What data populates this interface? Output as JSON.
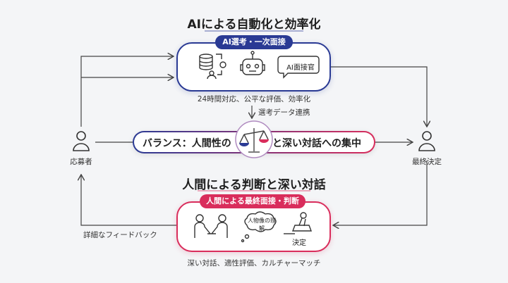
{
  "top": {
    "title": "AIによる自動化と効率化",
    "badge": "AI選考・一次面接",
    "bubble": "AI面接官",
    "caption": "24時間対応、公平な評価、効率化",
    "link": "選考データ連携"
  },
  "balance": {
    "text_left": "バランス：人間性の",
    "text_right": "と深い対話への集中"
  },
  "left_actor": {
    "label": "応募者"
  },
  "right_actor": {
    "label": "最終決定"
  },
  "bottom": {
    "title": "人間による判断と深い対話",
    "badge": "人間による最終面接・判断",
    "thought": "人物像の理解",
    "decision": "決定",
    "caption": "深い対話、適性評価、カルチャーマッチ"
  },
  "feedback": "詳細なフィードバック",
  "colors": {
    "ai": "#2a3a94",
    "human": "#d92d5c"
  }
}
